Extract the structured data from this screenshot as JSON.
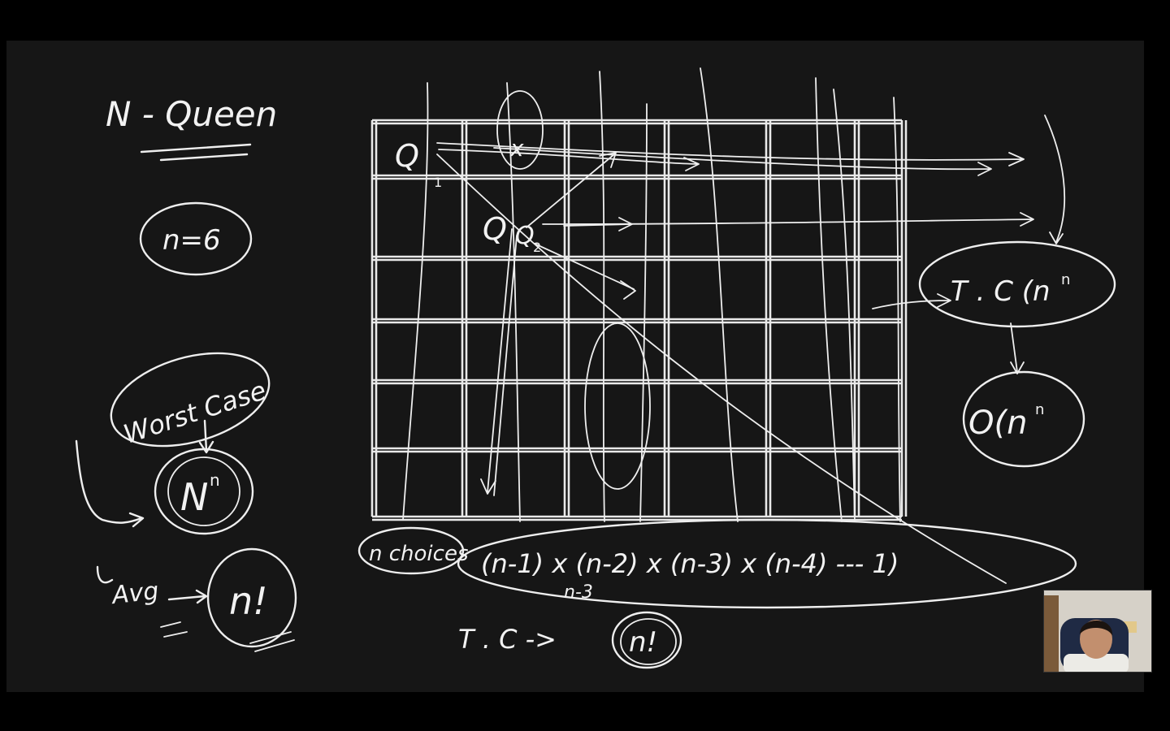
{
  "board": {
    "background": "#161616",
    "ink_color": "#eeeeee"
  },
  "left_notes": {
    "title": "N - Queen",
    "n_value": "n=6",
    "worst_case": "Worst Case",
    "worst_result": "N",
    "worst_result_exp": "n",
    "avg_label": "Avg",
    "avg_result": "n!"
  },
  "chessboard": {
    "rows": 6,
    "cols": 6,
    "queens": [
      {
        "label": "Q",
        "sub": "1",
        "row": 0,
        "col": 0
      },
      {
        "label": "Q",
        "sub": "2",
        "row": 1,
        "col": 1
      }
    ],
    "cross_mark": "x"
  },
  "bottom_notes": {
    "choices": "n choices",
    "product": "(n-1) x (n-2) x (n-3) x (n-4) --- 1)",
    "sub_note": "n-3",
    "tc_label": "T . C ->",
    "tc_result": "n!"
  },
  "right_notes": {
    "tc": "T . C (n",
    "tc_exp": "n",
    "big_o": "O(n",
    "big_o_exp": "n"
  },
  "webcam": {
    "icon": "presenter-webcam"
  }
}
